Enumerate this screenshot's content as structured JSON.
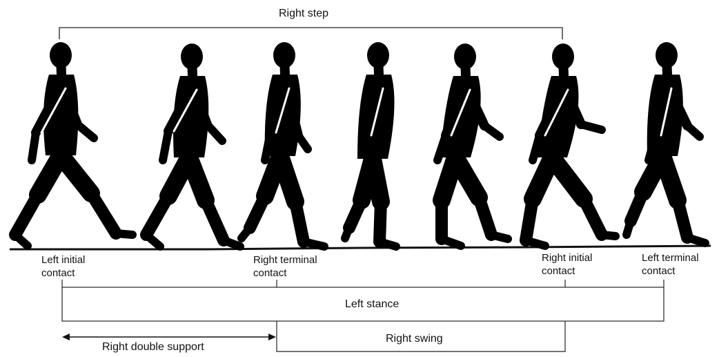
{
  "diagram": {
    "top_bracket_label": "Right step",
    "events": [
      {
        "line1": "Left initial",
        "line2": "contact"
      },
      {
        "line1": "Right terminal",
        "line2": "contact"
      },
      {
        "line1": "Right initial",
        "line2": "contact"
      },
      {
        "line1": "Left terminal",
        "line2": "contact"
      }
    ],
    "phases": {
      "left_stance": "Left stance",
      "right_swing": "Right swing",
      "right_double_support": "Right double support"
    },
    "figures": [
      "walker-left-initial-contact",
      "walker-loading-response",
      "walker-right-terminal-contact",
      "walker-mid-stance",
      "walker-terminal-stance",
      "walker-right-initial-contact",
      "walker-left-terminal-contact"
    ]
  }
}
